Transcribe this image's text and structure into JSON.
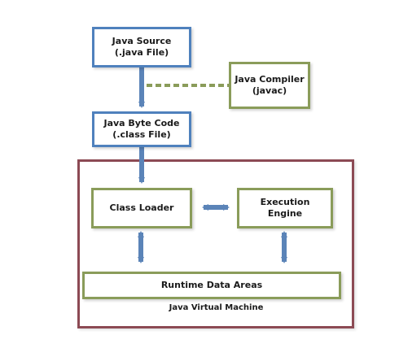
{
  "nodes": {
    "java_source": "Java Source\n(.java File)",
    "java_compiler": "Java Compiler\n(javac)",
    "byte_code": "Java Byte Code\n(.class File)",
    "class_loader": "Class Loader",
    "execution_engine": "Execution\nEngine",
    "runtime_data_areas": "Runtime Data Areas",
    "jvm": "Java Virtual Machine"
  },
  "colors": {
    "blue_border": "#4f81bd",
    "green_border": "#8a9c5a",
    "jvm_border": "#8c4a54",
    "arrow": "#5b84b8",
    "dashed_link": "#8a9c5a"
  }
}
